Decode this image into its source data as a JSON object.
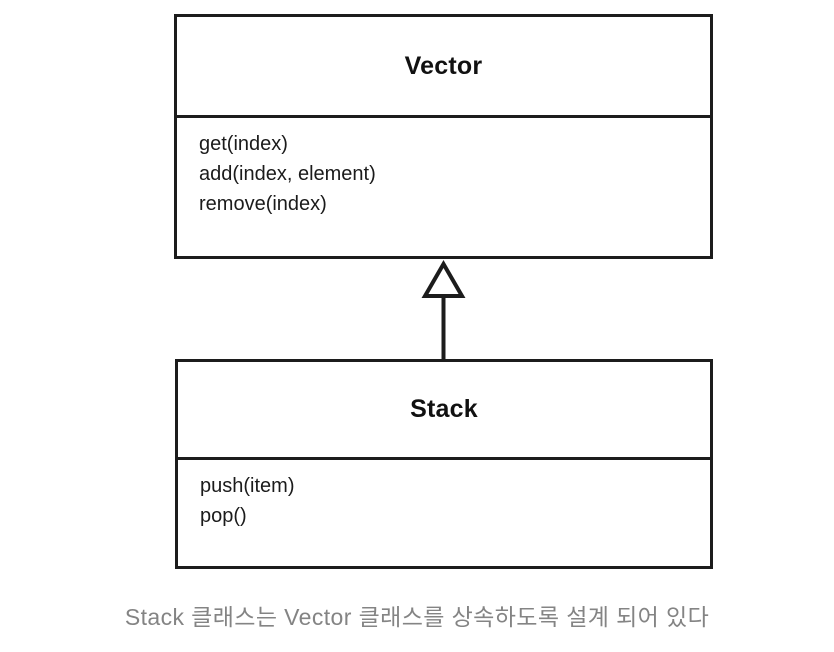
{
  "diagram": {
    "type": "uml-class-diagram",
    "background_color": "#ffffff",
    "line_color": "#1c1c1c",
    "classes": [
      {
        "name": "Vector",
        "members": [
          "get(index)",
          "add(index, element)",
          "remove(index)"
        ]
      },
      {
        "name": "Stack",
        "members": [
          "push(item)",
          "pop()"
        ]
      }
    ],
    "relationship": {
      "kind": "generalization",
      "notation": "hollow-triangle-arrow",
      "from": "Stack",
      "to": "Vector"
    }
  },
  "caption": {
    "text": "Stack 클래스는 Vector 클래스를 상속하도록 설계 되어 있다",
    "color": "#848484"
  }
}
